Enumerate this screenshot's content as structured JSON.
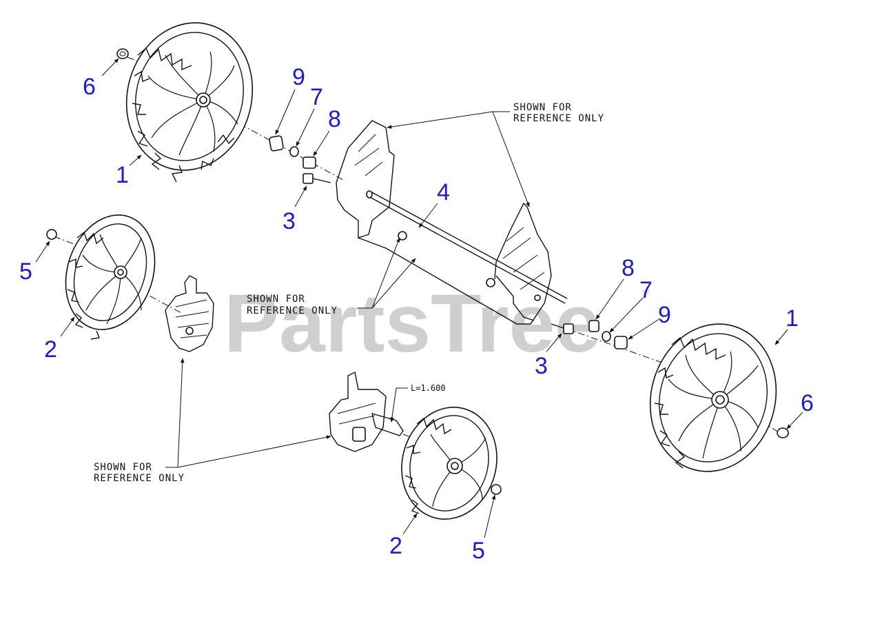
{
  "diagram": {
    "watermark": "PartsTree",
    "watermark_mark": "™",
    "dimension_label": "L=1.600",
    "notes": {
      "top_right_line1": "SHOWN FOR",
      "top_right_line2": "REFERENCE ONLY",
      "center_line1": "SHOWN FOR",
      "center_line2": "REFERENCE ONLY",
      "bottom_left_line1": "SHOWN FOR",
      "bottom_left_line2": "REFERENCE ONLY"
    },
    "callouts": {
      "c1_top": "1",
      "c1_right": "1",
      "c2_left": "2",
      "c2_bottom": "2",
      "c3_top": "3",
      "c3_bottom": "3",
      "c4": "4",
      "c5_left": "5",
      "c5_bottom": "5",
      "c6_top": "6",
      "c6_right": "6",
      "c7_top": "7",
      "c7_right": "7",
      "c8_top": "8",
      "c8_right": "8",
      "c9_top": "9",
      "c9_right": "9"
    }
  }
}
